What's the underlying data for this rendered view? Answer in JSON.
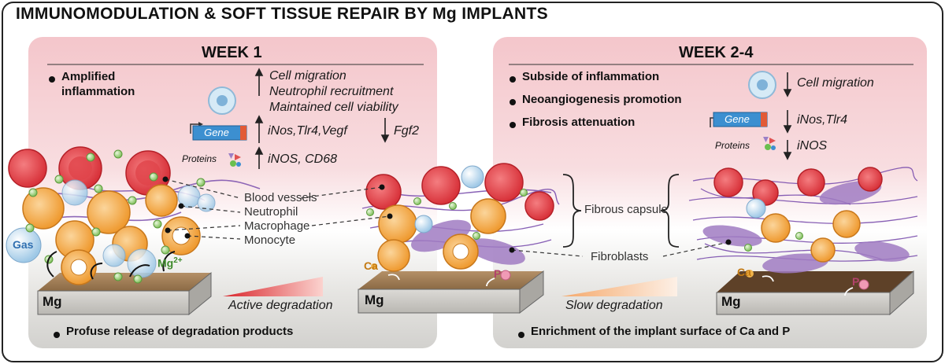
{
  "title": "IMMUNOMODULATION & SOFT TISSUE REPAIR BY Mg IMPLANTS",
  "week1": {
    "heading": "WEEK 1",
    "bullet_line1": "Amplified",
    "bullet_line2": "inflammation",
    "effects": [
      "Cell migration",
      "Neutrophil recruitment",
      "Maintained cell viability"
    ],
    "gene_label": "Gene",
    "genes_up": "iNos,Tlr4,Vegf",
    "genes_down": "Fgf2",
    "proteins_label": "Proteins",
    "proteins_up": "iNOS, CD68",
    "degradation": "Active degradation",
    "footer": "Profuse release of degradation products",
    "gas": "Gas",
    "mg_ion": "Mg",
    "mg_charge": "2+",
    "implant": "Mg"
  },
  "week24": {
    "heading": "WEEK 2-4",
    "bullets": [
      "Subside of inflammation",
      "Neoangiogenesis promotion",
      "Fibrosis attenuation"
    ],
    "effect": "Cell migration",
    "gene_label": "Gene",
    "genes_down": "iNos,Tlr4",
    "proteins_label": "Proteins",
    "proteins_down": "iNOS",
    "degradation": "Slow degradation",
    "footer": "Enrichment of the implant surface of Ca and P",
    "ca": "Ca",
    "p": "P",
    "implant": "Mg"
  },
  "middle": {
    "ca": "Ca",
    "p": "P",
    "implant": "Mg"
  },
  "cell_labels": [
    "Blood vessels",
    "Neutrophil",
    "Macrophage",
    "Monocyte"
  ],
  "fibrous_capsule": "Fibrous capsule",
  "fibroblasts": "Fibroblasts",
  "colors": {
    "panel_pink": "#f3c9cd",
    "panel_grey": "#d9d8d5",
    "blood_vessel": "#e8484f",
    "macrophage": "#f5a53a",
    "fibroblast": "#a07bc2",
    "gene_box": "#3c8fd0"
  }
}
